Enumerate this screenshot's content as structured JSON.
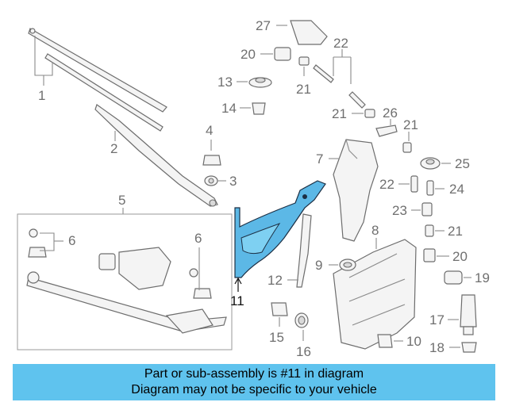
{
  "diagram": {
    "callouts": {
      "c1": "1",
      "c2": "2",
      "c3": "3",
      "c4": "4",
      "c5": "5",
      "c6a": "6",
      "c6b": "6",
      "c7": "7",
      "c8": "8",
      "c9": "9",
      "c10": "10",
      "c11": "11",
      "c12": "12",
      "c13": "13",
      "c14": "14",
      "c15": "15",
      "c16": "16",
      "c17": "17",
      "c18": "18",
      "c19": "19",
      "c20a": "20",
      "c20b": "20",
      "c21a": "21",
      "c21b": "21",
      "c21c": "21",
      "c21d": "21",
      "c22a": "22",
      "c22b": "22",
      "c23": "23",
      "c24": "24",
      "c25": "25",
      "c26": "26",
      "c27": "27"
    },
    "highlight_color": "#5cb8e6"
  },
  "banner": {
    "line1": "Part or sub-assembly is #11 in diagram",
    "line2": "Diagram may not be specific to your vehicle",
    "color": "#5fc3ee"
  }
}
